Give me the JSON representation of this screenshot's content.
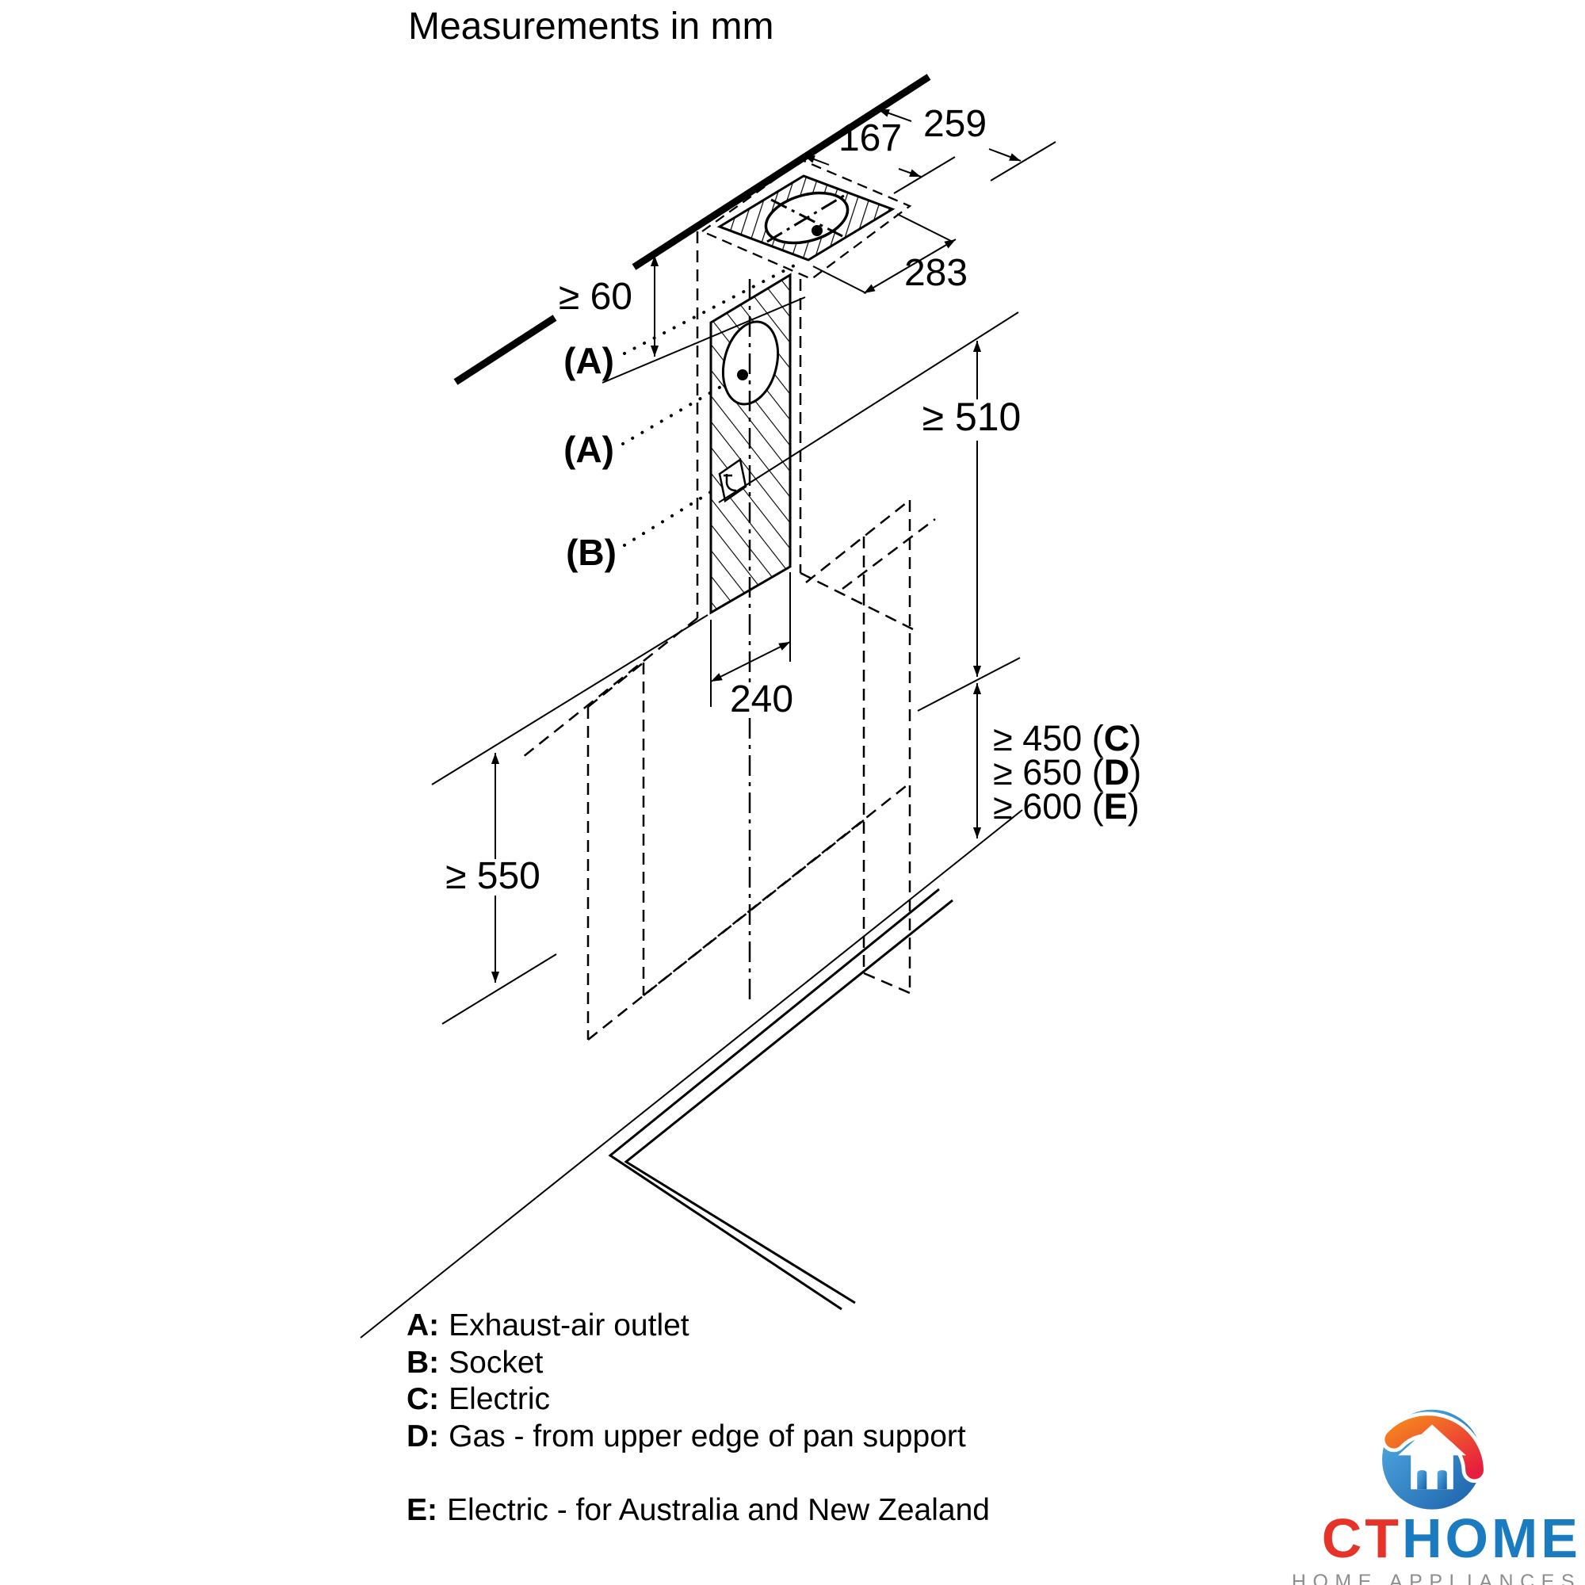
{
  "title": "Measurements in mm",
  "dimensions": {
    "ceiling_offset_depth": "259",
    "duct_cutout_depth": "167",
    "duct_cutout_width": "283",
    "ceiling_clearance": "≥ 60",
    "chimney_min_height": "≥ 510",
    "mount_width": "240",
    "counter_clearance": "≥ 550",
    "hob_clearance_rows": [
      {
        "pre": "≥ 450 (",
        "letter": "C",
        "post": ")"
      },
      {
        "pre": "≥ 650 (",
        "letter": "D",
        "post": ")"
      },
      {
        "pre": "≥ 600 (",
        "letter": "E",
        "post": ")"
      }
    ]
  },
  "callouts": {
    "outlet_ceiling": "(A)",
    "outlet_wall": "(A)",
    "socket": "(B)"
  },
  "legend": {
    "items": [
      {
        "key": "A:",
        "text": "Exhaust-air outlet"
      },
      {
        "key": "B:",
        "text": "Socket"
      },
      {
        "key": "C:",
        "text": "Electric"
      },
      {
        "key": "D:",
        "text": "Gas - from upper edge of pan support"
      }
    ],
    "footnote": {
      "key": "E:",
      "text": "Electric - for Australia and New Zealand"
    }
  },
  "logo": {
    "brand_red": "CT",
    "brand_blue": "HOME",
    "tagline": "HOME APPLIANCES",
    "colors": {
      "red": "#e63228",
      "blue": "#1a7bc0",
      "gray": "#8c8e90",
      "orange": "#f5831f",
      "light_blue": "#55b0e6",
      "dark_blue": "#1b5fa8"
    }
  }
}
